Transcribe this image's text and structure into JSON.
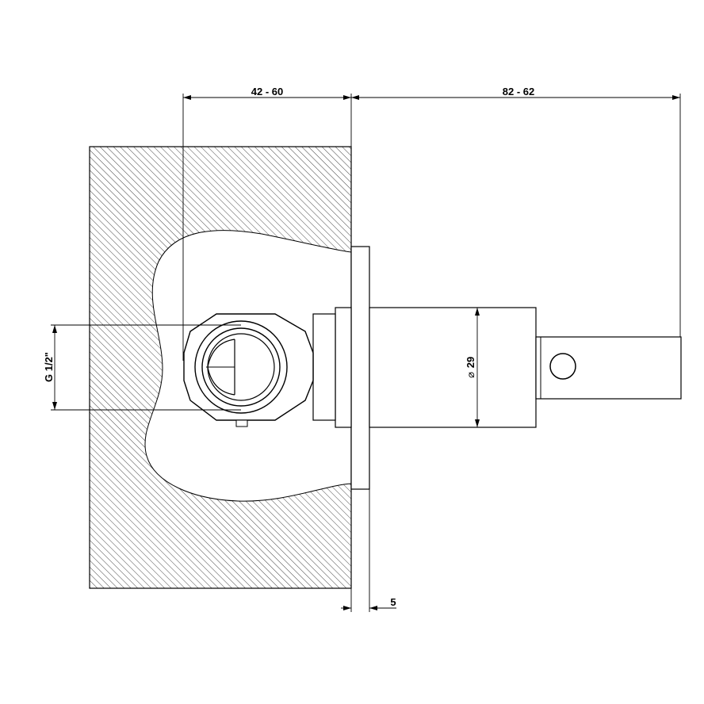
{
  "drawing": {
    "dimensions": {
      "recess_depth": "42 - 60",
      "projection": "82 - 62",
      "thread": "G 1/2\"",
      "diameter": "29",
      "plate_thickness": "5"
    },
    "colors": {
      "line": "#000000",
      "hatch": "#333333",
      "background": "#ffffff"
    }
  }
}
